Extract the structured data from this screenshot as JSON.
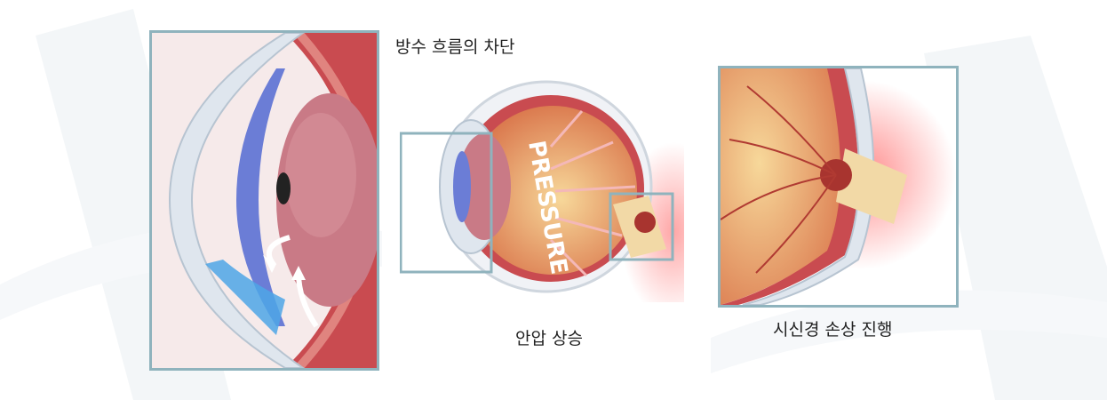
{
  "labels": {
    "blockage": "방수 흐름의 차단",
    "pressure_rise": "안압 상승",
    "nerve_damage": "시신경 손상 진행",
    "pressure_word": "PRESSURE"
  },
  "colors": {
    "frame": "#8fb3bd",
    "tissue": "#c94b50",
    "lens": "#c97a86",
    "iris": "#6b7dd6",
    "aqueous": "#4ea6e6",
    "nerve": "#f2d9a6"
  }
}
